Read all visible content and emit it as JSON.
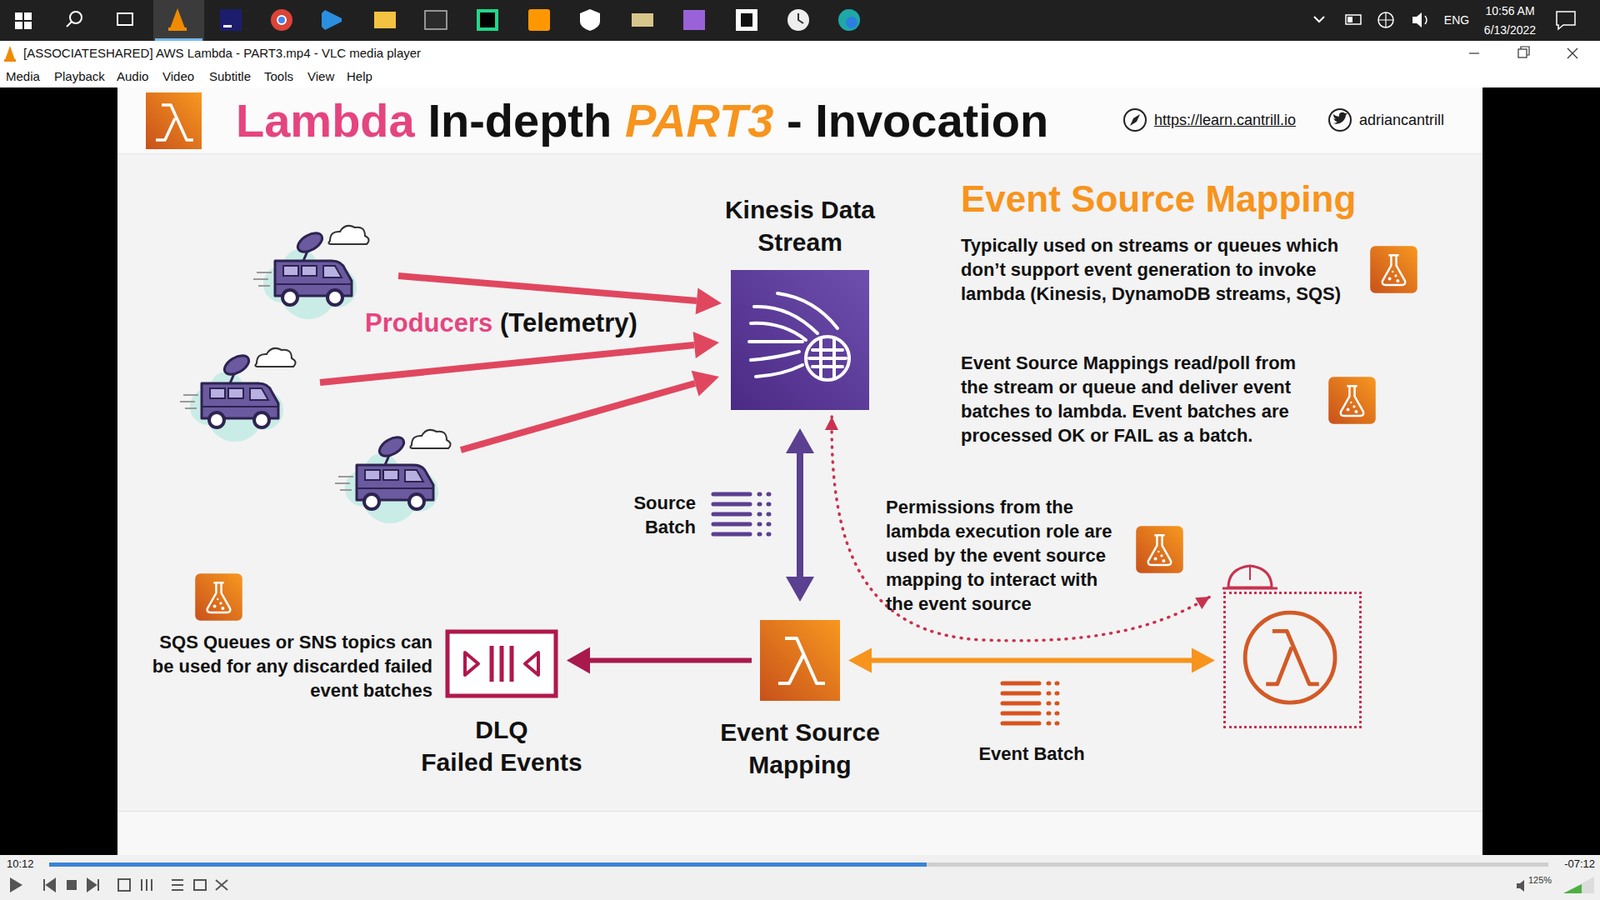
{
  "diagram": {
    "nodes": [
      {
        "text": [
          "Kinesis Data Stream"
        ]
      },
      {
        "text": [
          "Event Source Mapping"
        ]
      },
      {
        "text": [
          "DLQ",
          "Failed Events"
        ]
      },
      {
        "text": []
      }
    ],
    "edges": [
      {
        "from": 0,
        "to": 1,
        "arrow": "both",
        "label": "Source Batch"
      },
      {
        "from": 1,
        "to": 2,
        "arrow": "to"
      },
      {
        "from": 1,
        "to": 3,
        "arrow": "both",
        "label": "Event Batch"
      },
      {
        "from": 3,
        "to": 0,
        "arrow": "both"
      }
    ],
    "labels": [
      "10:56 AM",
      "6/13/2022",
      "ENG",
      "[ASSOCIATESHARED] AWS Lambda - PART3.mp4 - VLC media player",
      "Media",
      "Playback",
      "Audio",
      "Video",
      "Subtitle",
      "Tools",
      "View",
      "Help",
      "Lambda",
      "In-depth",
      "PART3",
      "- Invocation",
      "https://learn.cantrill.io",
      "adriancantrill",
      "Producers",
      "(Telemetry)",
      "Event Source Mapping",
      "Typically used on streams or queues which don’t support event generation to invoke lambda (Kinesis, DynamoDB streams, SQS)",
      "Event Source Mappings read/poll from the stream or queue and deliver event batches to lambda. Event batches are processed OK or FAIL as a batch.",
      "Permissions from the lambda execution role are used by the event source mapping to interact with the event source",
      "SQS Queues or SNS topics can be used for any discarded failed event batches",
      "10:12",
      "-07:12",
      "125%"
    ]
  }
}
